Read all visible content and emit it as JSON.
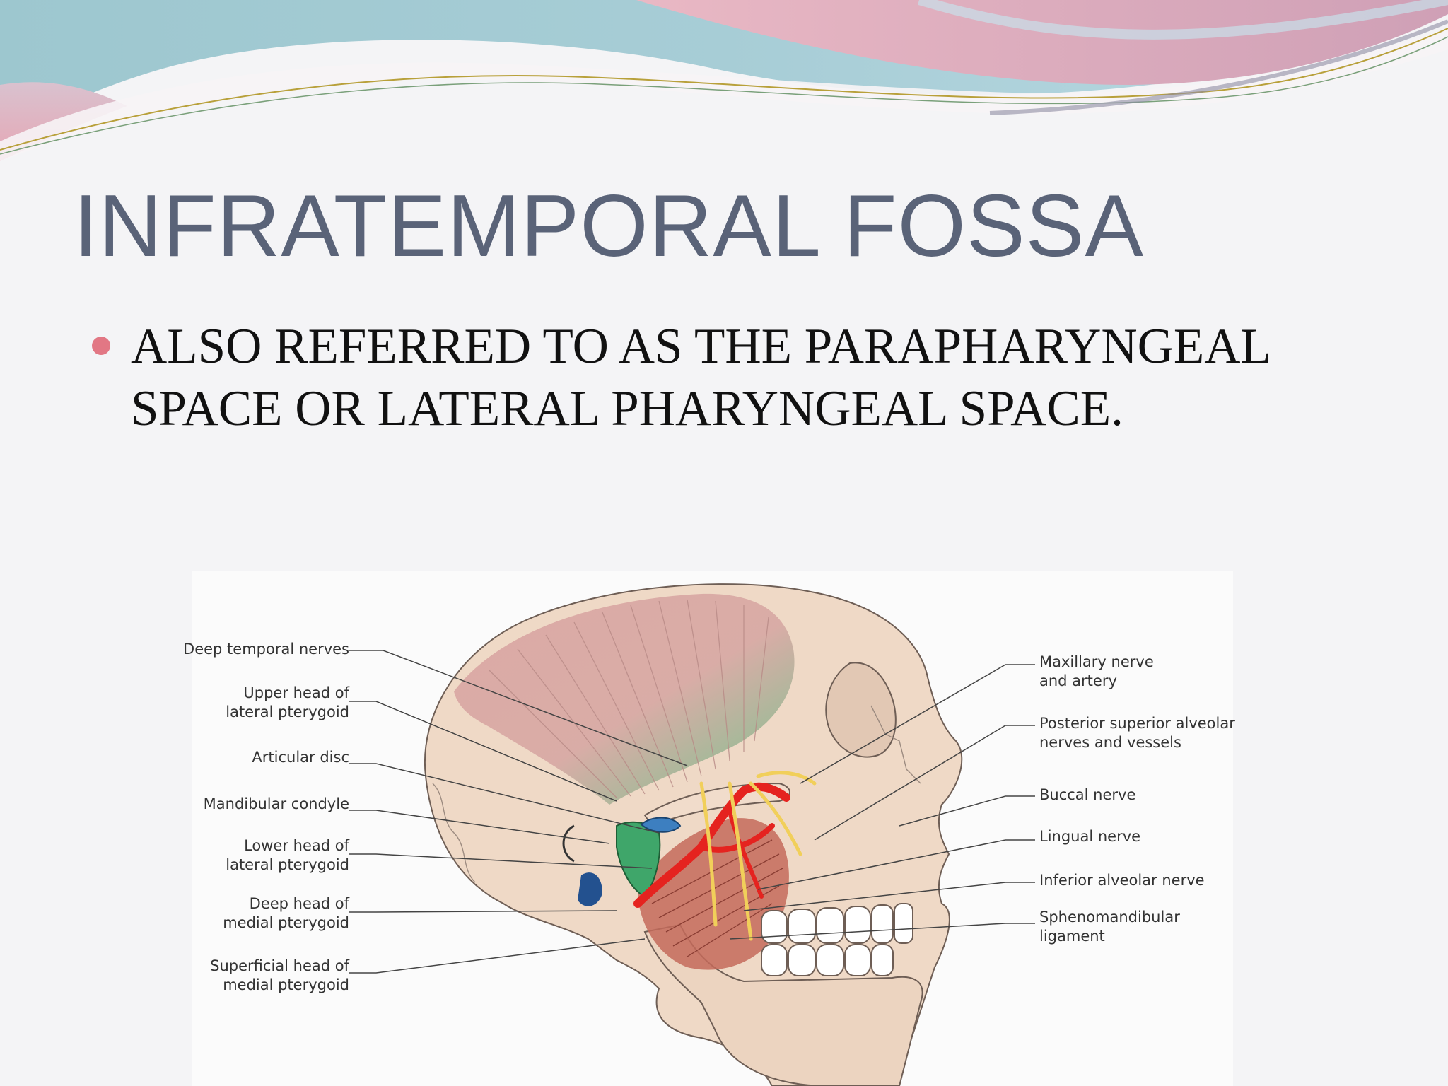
{
  "title": "INFRATEMPORAL FOSSA",
  "bullet": {
    "line1": "ALSO REFERRED TO AS THE PARAPHARYNGEAL",
    "line2": "SPACE OR LATERAL PHARYNGEAL SPACE."
  },
  "colors": {
    "bullet": "#e27784",
    "title": "#5a6378",
    "banner_teal": "#8fc3cf",
    "banner_pink": "#e3a9b7",
    "muscle": "#c46a5a",
    "artery": "#e5231f",
    "nerve": "#f1cf5a",
    "muscle_green": "#3fa66a",
    "disc_blue": "#3d7fc0",
    "bone": "#efd9c6"
  },
  "diagram": {
    "labels_left": [
      {
        "l1": "Deep temporal nerves",
        "l2": ""
      },
      {
        "l1": "Upper head of",
        "l2": "lateral pterygoid"
      },
      {
        "l1": "Articular disc",
        "l2": ""
      },
      {
        "l1": "Mandibular condyle",
        "l2": ""
      },
      {
        "l1": "Lower head of",
        "l2": "lateral pterygoid"
      },
      {
        "l1": "Deep head of",
        "l2": "medial pterygoid"
      },
      {
        "l1": "Superficial head of",
        "l2": "medial pterygoid"
      }
    ],
    "labels_right": [
      {
        "l1": "Maxillary nerve",
        "l2": "and artery"
      },
      {
        "l1": "Posterior superior alveolar",
        "l2": "nerves and vessels"
      },
      {
        "l1": "Buccal nerve",
        "l2": ""
      },
      {
        "l1": "Lingual nerve",
        "l2": ""
      },
      {
        "l1": "Inferior alveolar nerve",
        "l2": ""
      },
      {
        "l1": "Sphenomandibular",
        "l2": "ligament"
      }
    ]
  }
}
